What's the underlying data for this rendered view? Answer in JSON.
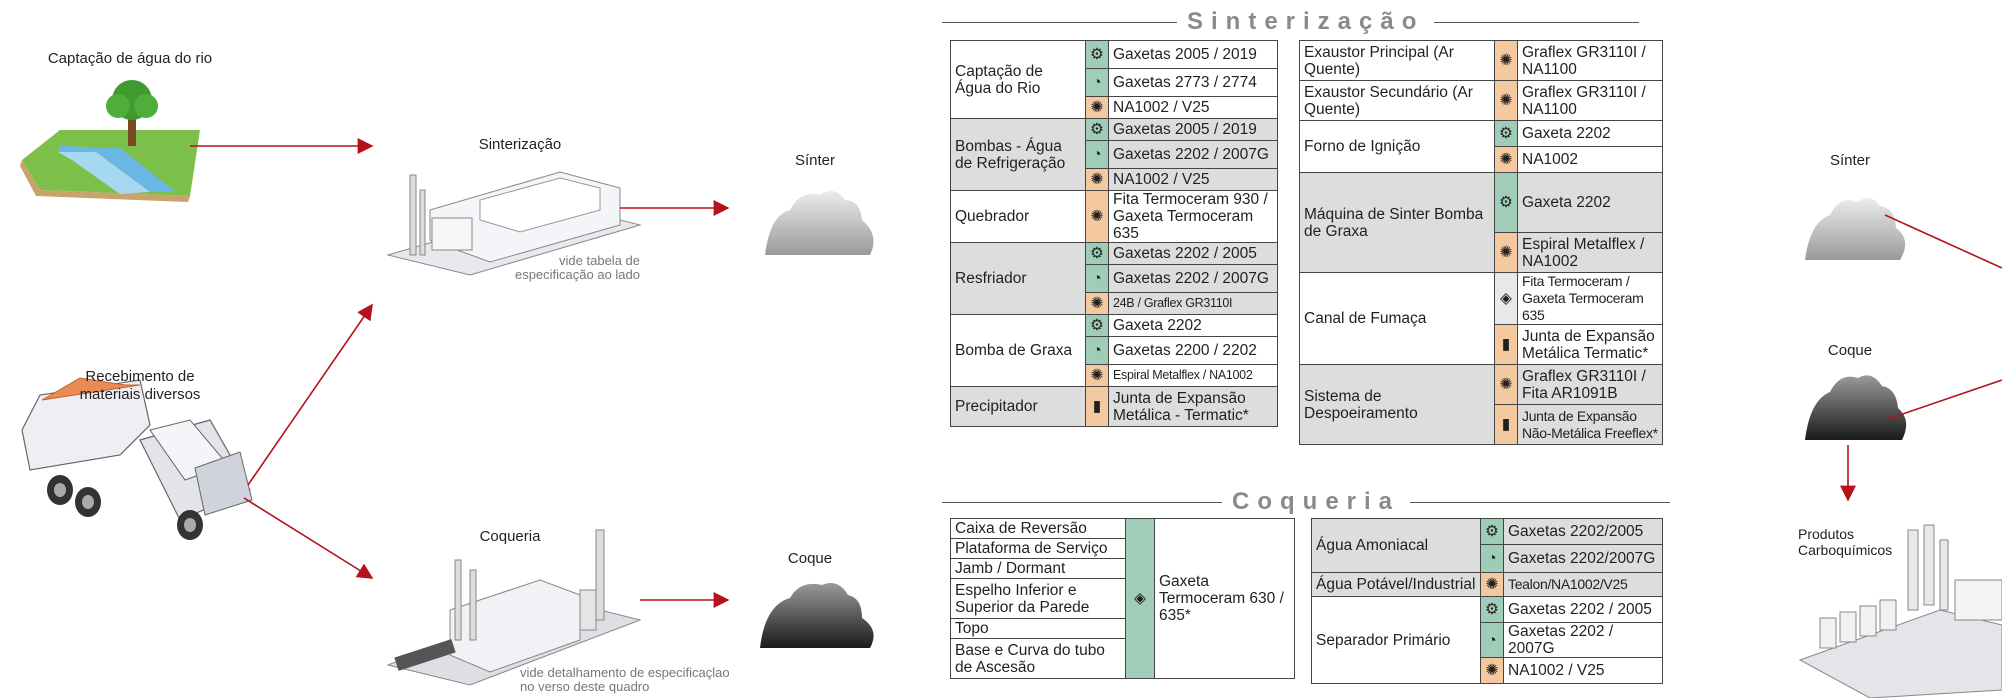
{
  "flow": {
    "captacao_label": "Captação de água do rio",
    "recebimento_label": "Recebimento de materiais diversos",
    "sinterizacao_label": "Sinterização",
    "sinter_note": "vide tabela de especificação ao lado",
    "coqueria_label": "Coqueria",
    "coqueria_note": "vide detalhamento de especificaçlao no verso deste quadro",
    "sinter_product": "Sínter",
    "coque_product": "Coque",
    "right_sinter": "Sínter",
    "right_coque": "Coque",
    "right_produtos": "Produtos Carboquímicos"
  },
  "sinterizacao": {
    "title": "Sinterização",
    "left": [
      {
        "group": "Captação de Água do Rio",
        "rows": [
          [
            "gland",
            "Gaxetas 2005 / 2019"
          ],
          [
            "pump",
            "Gaxetas 2773 / 2774"
          ],
          [
            "fan",
            "NA1002 / V25"
          ]
        ]
      },
      {
        "group": "Bombas - Água de Refrigeração",
        "rows": [
          [
            "gland",
            "Gaxetas 2005 / 2019"
          ],
          [
            "pump",
            "Gaxetas 2202 / 2007G"
          ],
          [
            "fan",
            "NA1002 / V25"
          ]
        ]
      },
      {
        "group": "Quebrador",
        "rows": [
          [
            "fan",
            "Fita Termoceram 930 / Gaxeta Termoceram 635"
          ]
        ]
      },
      {
        "group": "Resfriador",
        "rows": [
          [
            "gland",
            "Gaxetas 2202 / 2005"
          ],
          [
            "pump",
            "Gaxetas 2202 / 2007G"
          ],
          [
            "fan",
            "24B / Graflex GR3110I"
          ]
        ]
      },
      {
        "group": "Bomba de Graxa",
        "rows": [
          [
            "gland",
            "Gaxeta 2202"
          ],
          [
            "pump",
            "Gaxetas 2200 / 2202"
          ],
          [
            "fan",
            "Espiral Metalflex / NA1002"
          ]
        ]
      },
      {
        "group": "Precipitador",
        "rows": [
          [
            "joint",
            "Junta de Expansão Metálica - Termatic*"
          ]
        ]
      }
    ],
    "right": [
      {
        "group": "Exaustor Principal (Ar Quente)",
        "rows": [
          [
            "fan",
            "Graflex GR3110I / NA1100"
          ]
        ]
      },
      {
        "group": "Exaustor Secundário (Ar Quente)",
        "rows": [
          [
            "fan",
            "Graflex GR3110I / NA1100"
          ]
        ]
      },
      {
        "group": "Forno de Ignição",
        "rows": [
          [
            "gland",
            "Gaxeta 2202"
          ],
          [
            "fan",
            "NA1002"
          ]
        ]
      },
      {
        "group": "Máquina de Sinter Bomba de Graxa",
        "rows": [
          [
            "glandpump",
            "Gaxeta 2202"
          ],
          [
            "fan",
            "Espiral Metalflex / NA1002"
          ]
        ]
      },
      {
        "group": "Canal de Fumaça",
        "rows": [
          [
            "box",
            "Fita Termoceram / Gaxeta Termoceram 635"
          ],
          [
            "joint",
            "Junta de Expansão Metálica Termatic*"
          ]
        ]
      },
      {
        "group": "Sistema de Despoeiramento",
        "rows": [
          [
            "fan",
            "Graflex GR3110I / Fita AR1091B"
          ],
          [
            "joint",
            "Junta de Expansão Não-Metálica Freeflex*"
          ]
        ]
      }
    ]
  },
  "coqueria": {
    "title": "Coqueria",
    "left_items": [
      "Caixa de Reversão",
      "Plataforma de Serviço",
      "Jamb / Dormant",
      "Espelho Inferior e Superior da Parede",
      "Topo",
      "Base e Curva do tubo de Ascesão"
    ],
    "left_spec": "Gaxeta Termoceram 630 / 635*",
    "right": [
      {
        "group": "Água Amoniacal",
        "rows": [
          [
            "gland",
            "Gaxetas 2202/2005"
          ],
          [
            "pump",
            "Gaxetas 2202/2007G"
          ]
        ]
      },
      {
        "group": "Água Potável/Industrial",
        "rows": [
          [
            "fan",
            "Tealon/NA1002/V25"
          ]
        ]
      },
      {
        "group": "Separador Primário",
        "rows": [
          [
            "gland",
            "Gaxetas 2202 / 2005"
          ],
          [
            "pump",
            "Gaxetas 2202 / 2007G"
          ],
          [
            "fan",
            "NA1002 / V25"
          ]
        ]
      }
    ]
  },
  "colors": {
    "arrow": "#b5121b",
    "gland": "#9fcdb8",
    "fan": "#f4c9a0",
    "gray": "#dcdddd"
  }
}
